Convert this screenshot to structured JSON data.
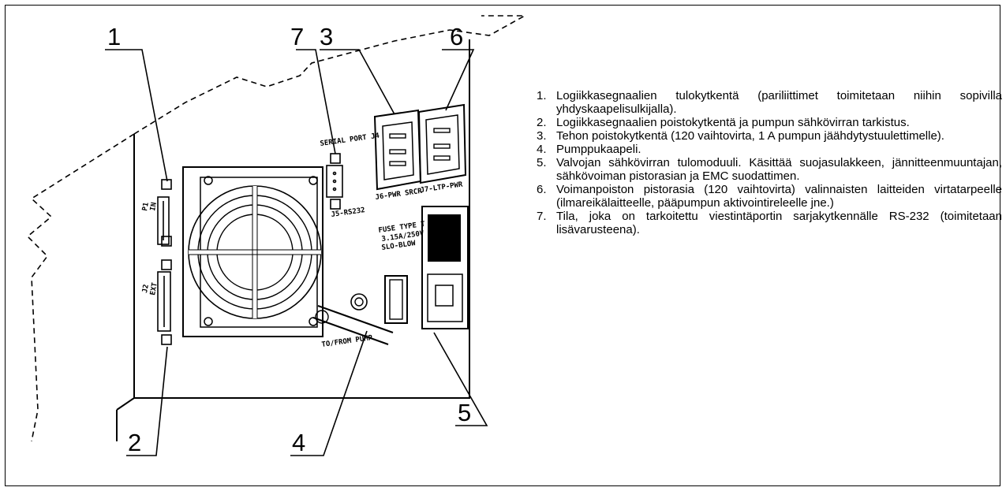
{
  "callouts": [
    "1",
    "2",
    "3",
    "4",
    "5",
    "6",
    "7"
  ],
  "panel_labels": {
    "serial_port": "SERIAL PORT J4",
    "p1_in_a": "P1",
    "p1_in_b": "IN",
    "j2_ext_a": "J2",
    "j2_ext_b": "EXT",
    "j5": "J5-RS232",
    "j6": "J6-PWR SRCR",
    "j7": "J7-LTP-PWR",
    "fuse_a": "FUSE TYPE T",
    "fuse_b": "3.15A/250V",
    "fuse_c": "SLO-BLOW",
    "pump": "TO/FROM PUMP"
  },
  "legend": [
    {
      "num": "1.",
      "text": "Logiikkasegnaalien tulokytkentä (pariliittimet toimitetaan niihin sopivilla yhdyskaapelisulkijalla)."
    },
    {
      "num": "2.",
      "text": "Logiikkasegnaalien poistokytkentä ja pumpun sähkövirran tarkistus."
    },
    {
      "num": "3.",
      "text": "Tehon poistokytkentä (120 vaihtovirta, 1 A pumpun jäähdytystuulettimelle)."
    },
    {
      "num": "4.",
      "text": "Pumppukaapeli."
    },
    {
      "num": "5.",
      "text": "Valvojan sähkövirran tulomoduuli. Käsittää suojasulakkeen, jännitteenmuuntajan, sähkövoiman pistorasian ja EMC suodattimen."
    },
    {
      "num": "6.",
      "text": "Voimanpoiston pistorasia (120 vaihtovirta) valinnaisten laitteiden virtatarpeelle (ilmareikälaitteelle, pääpumpun aktivointireleelle jne.)"
    },
    {
      "num": "7.",
      "text": "Tila, joka on tarkoitettu viestintäportin sarjakytkennälle RS-232 (toimitetaan lisävarusteena)."
    }
  ]
}
